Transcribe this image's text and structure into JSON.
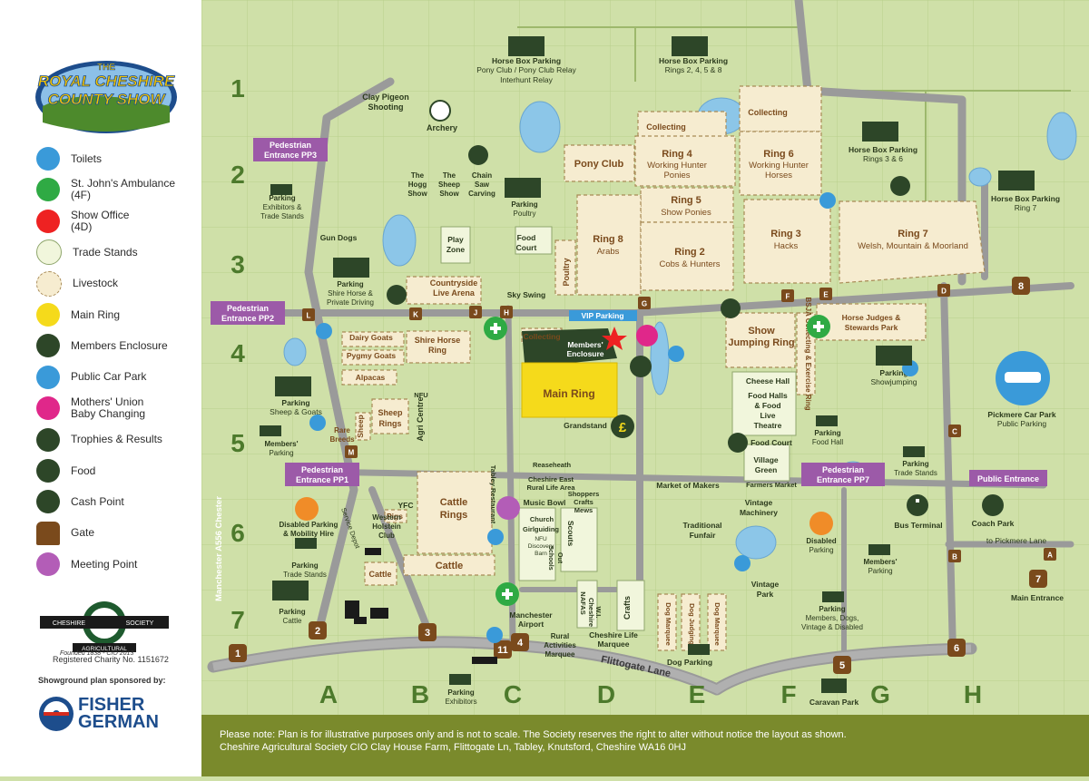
{
  "show_title": {
    "line1": "THE",
    "line2": "ROYAL CHESHIRE",
    "line3": "COUNTY SHOW"
  },
  "legend": [
    {
      "icon": "toilets-icon",
      "label": "Toilets",
      "color": "#3a9ad9"
    },
    {
      "icon": "first-aid-icon",
      "label": "St. John's Ambulance",
      "sub": "(4F)",
      "color": "#2faa44"
    },
    {
      "icon": "star-icon",
      "label": "Show Office",
      "sub": "(4D)",
      "color": "#ee2222"
    },
    {
      "icon": "trade-stands-icon",
      "label": "Trade Stands",
      "color": "#f1f6dc"
    },
    {
      "icon": "livestock-icon",
      "label": "Livestock",
      "color": "#f6ecd0"
    },
    {
      "icon": "main-ring-icon",
      "label": "Main Ring",
      "color": "#f5da1b"
    },
    {
      "icon": "members-enclosure-icon",
      "label": "Members Enclosure",
      "color": "#2d4628"
    },
    {
      "icon": "car-icon",
      "label": "Public Car Park",
      "color": "#3a9ad9"
    },
    {
      "icon": "baby-changing-icon",
      "label": "Mothers' Union",
      "sub": "Baby Changing",
      "color": "#e0278a"
    },
    {
      "icon": "trophy-icon",
      "label": "Trophies & Results",
      "color": "#2d4628"
    },
    {
      "icon": "food-icon",
      "label": "Food",
      "color": "#2d4628"
    },
    {
      "icon": "cash-point-icon",
      "label": "Cash Point",
      "color": "#2d4628"
    },
    {
      "icon": "gate-icon",
      "label": "Gate",
      "color": "#7a4a1c"
    },
    {
      "icon": "meeting-point-icon",
      "label": "Meeting Point",
      "color": "#b35db7"
    }
  ],
  "society": {
    "top": "CHESHIRE",
    "right": "SOCIETY",
    "bottom": "AGRICULTURAL",
    "founded": "Founded 1838 - CIO 2013",
    "charity": "Registered Charity No. 1151672"
  },
  "sponsor": {
    "label": "Showground plan sponsored by:",
    "line1": "FISHER",
    "line2": "GERMAN"
  },
  "rows": [
    "1",
    "2",
    "3",
    "4",
    "5",
    "6",
    "7"
  ],
  "cols": [
    "A",
    "B",
    "C",
    "D",
    "E",
    "F",
    "G",
    "H"
  ],
  "footer": {
    "line1": "Please note: Plan is for illustrative purposes only and is not to scale. The Society reserves the right to alter without notice the layout as shown.",
    "line2": "Cheshire Agricultural Society CIO Clay House Farm, Flittogate Ln, Tabley, Knutsford, Cheshire WA16 0HJ"
  },
  "labels": {
    "horsebox_pony": "Horse Box Parking",
    "pony_sub1": "Pony Club / Pony Club Relay",
    "pony_sub2": "Interhunt Relay",
    "horsebox_rings": "Horse Box Parking",
    "rings_sub": "Rings 2, 4, 5 & 8",
    "clay": "Clay Pigeon",
    "clay2": "Shooting",
    "archery": "Archery",
    "ped_pp3": "Pedestrian",
    "ped_pp3b": "Entrance PP3",
    "ped_pp2": "Pedestrian",
    "ped_pp2b": "Entrance PP2",
    "ped_pp1": "Pedestrian",
    "ped_pp1b": "Entrance PP1",
    "ped_pp7": "Pedestrian",
    "ped_pp7b": "Entrance PP7",
    "public_entrance": "Public Entrance",
    "parking_exh": "Parking",
    "parking_exh2": "Exhibitors &",
    "parking_exh3": "Trade Stands",
    "hogg": "The",
    "hogg2": "Hogg",
    "hogg3": "Show",
    "sheep": "The",
    "sheep2": "Sheep",
    "sheep3": "Show",
    "chainsaw": "Chain",
    "chainsaw2": "Saw",
    "chainsaw3": "Carving",
    "parking_poultry": "Parking",
    "parking_poultry2": "Poultry",
    "gun_dogs": "Gun Dogs",
    "play_zone": "Play",
    "play_zone2": "Zone",
    "food_court": "Food",
    "food_court2": "Court",
    "sky_swing": "Sky Swing",
    "countryside": "Countryside",
    "countryside2": "Live Arena",
    "parking_shire": "Parking",
    "parking_shire2": "Shire Horse &",
    "parking_shire3": "Private Driving",
    "pony_club": "Pony Club",
    "collecting": "Collecting",
    "collecting2": "Collecting",
    "ring4": "Ring 4",
    "ring4b": "Working Hunter",
    "ring4c": "Ponies",
    "ring5": "Ring 5",
    "ring5b": "Show Ponies",
    "ring6": "Ring 6",
    "ring6b": "Working Hunter",
    "ring6c": "Horses",
    "ring8": "Ring 8",
    "ring8b": "Arabs",
    "ring2": "Ring 2",
    "ring2b": "Cobs & Hunters",
    "ring3": "Ring 3",
    "ring3b": "Hacks",
    "ring7": "Ring 7",
    "ring7b": "Welsh, Mountain & Moorland",
    "poultry": "Poultry",
    "horsebox_36": "Horse Box Parking",
    "horsebox_36b": "Rings 3 & 6",
    "horsebox_7": "Horse Box Parking",
    "horsebox_7b": "Ring 7",
    "vip": "VIP Parking",
    "collecting3": "Collecting",
    "members": "Members'",
    "members2": "Enclosure",
    "main_ring": "Main Ring",
    "grandstand": "Grandstand",
    "show_jumping": "Show",
    "show_jumping2": "Jumping Ring",
    "horse_judges": "Horse Judges &",
    "horse_judges2": "Stewards Park",
    "bsja": "BSJA Collecting & Exercise Ring",
    "parking_sj": "Parking",
    "parking_sj2": "Showjumping",
    "pickmere": "Pickmere Car Park",
    "pickmere2": "Public Parking",
    "dairy_goats": "Dairy Goats",
    "pygmy_goats": "Pygmy Goats",
    "alpacas": "Alpacas",
    "shire_ring": "Shire Horse",
    "shire_ring2": "Ring",
    "parking_sheep": "Parking",
    "parking_sheep2": "Sheep & Goats",
    "sheep_pen": "Sheep",
    "sheep_rings": "Sheep",
    "sheep_rings2": "Rings",
    "nfu": "NFU",
    "agri_centre": "Agri Centre",
    "rare_breeds": "Rare",
    "rare_breeds2": "Breeds",
    "members_parking": "Members'",
    "members_parking2": "Parking",
    "cheese_hall": "Cheese Hall",
    "food_halls": "Food Halls",
    "food_halls2": "& Food",
    "food_halls3": "Live",
    "food_halls4": "Theatre",
    "food_court2_lbl": "Food Court",
    "parking_food": "Parking",
    "parking_food2": "Food Hall",
    "parking_trade": "Parking",
    "parking_trade2": "Trade Stands",
    "village_green": "Village",
    "village_green2": "Green",
    "farmers_market": "Farmers Market",
    "market_makers": "Market of Makers",
    "vintage_machinery": "Vintage",
    "vintage_machinery2": "Machinery",
    "reaseheath": "Reaseheath",
    "cheshire_east": "Cheshire East",
    "cheshire_east2": "Rural Life Area",
    "shoppers_mews": "Shoppers",
    "shoppers_mews2": "Crafts",
    "shoppers_mews3": "Mews",
    "music_bowl": "Music Bowl",
    "church": "Church",
    "girlguiding": "Girlguiding",
    "nfu_discovery": "NFU",
    "nfu_discovery2": "Discovery",
    "nfu_discovery3": "Barn",
    "scouts": "Scouts",
    "schools_out": "Schools",
    "schools_out2": "Out",
    "tabley_restaurant": "Tabley Restaurant",
    "cattle_rings": "Cattle",
    "cattle_rings2": "Rings",
    "cattle": "Cattle",
    "cattle_small": "Cattle",
    "pigs": "Pigs",
    "yfc": "YFC",
    "western_holstein": "Western",
    "western_holstein2": "Holstein",
    "western_holstein3": "Club",
    "disabled_parking": "Disabled Parking",
    "disabled_parking2": "& Mobility Hire",
    "service_depot": "Service Depot",
    "parking_ts": "Parking",
    "parking_ts2": "Trade Stands",
    "parking_cattle": "Parking",
    "parking_cattle2": "Cattle",
    "manchester_airport": "Manchester",
    "manchester_airport2": "Airport",
    "rural_activities": "Rural",
    "rural_activities2": "Activities",
    "rural_activities3": "Marquee",
    "nafas": "NAFAS",
    "cheshire_wi": "Cheshire",
    "cheshire_wi2": "W.I.",
    "crafts": "Crafts",
    "cheshire_life": "Cheshire Life",
    "cheshire_life2": "Marquee",
    "dog_marquee": "Dog Marquee",
    "dog_judging": "Dog Judging",
    "dog_marquee2": "Dog Marquee",
    "dog_parking": "Dog Parking",
    "traditional_funfair": "Traditional",
    "traditional_funfair2": "Funfair",
    "vintage_park": "Vintage",
    "vintage_park2": "Park",
    "disabled_parking_f": "Disabled",
    "disabled_parking_f2": "Parking",
    "members_parking_g": "Members'",
    "members_parking_g2": "Parking",
    "parking_members": "Parking",
    "parking_members2": "Members, Dogs,",
    "parking_members3": "Vintage & Disabled",
    "bus_terminal": "Bus Terminal",
    "coach_park": "Coach Park",
    "to_pickmere": "to Pickmere Lane",
    "main_entrance": "Main Entrance",
    "flittogate": "Flittogate Lane",
    "caravan_park": "Caravan Park",
    "parking_exhibitors": "Parking",
    "parking_exhibitors2": "Exhibitors",
    "a556": "Manchester   A556   Chester"
  },
  "gates": [
    "1",
    "2",
    "3",
    "4",
    "5",
    "6",
    "7",
    "8",
    "11"
  ],
  "letters_gate": [
    "A",
    "B",
    "C",
    "D",
    "E",
    "F",
    "G",
    "H",
    "J",
    "K",
    "L",
    "M"
  ]
}
